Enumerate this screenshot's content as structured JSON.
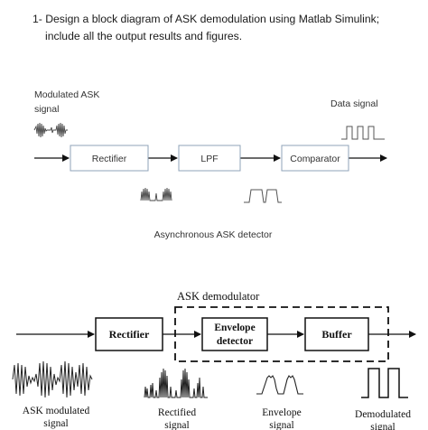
{
  "question": {
    "line1": "1- Design a block diagram of ASK demodulation using Matlab Simulink;",
    "line2": "include all the output results and figures."
  },
  "diagram1": {
    "input_label_line1": "Modulated ASK",
    "input_label_line2": "signal",
    "output_label": "Data signal",
    "blocks": [
      "Rectifier",
      "LPF",
      "Comparator"
    ],
    "caption": "Asynchronous ASK detector"
  },
  "diagram2": {
    "group_title": "ASK  demodulator",
    "blocks": {
      "rectifier": "Rectifier",
      "envelope_line1": "Envelope",
      "envelope_line2": "detector",
      "buffer": "Buffer"
    },
    "signals": [
      {
        "line1": "ASK modulated",
        "line2": "signal"
      },
      {
        "line1": "Rectified",
        "line2": "signal"
      },
      {
        "line1": "Envelope",
        "line2": "signal"
      },
      {
        "line1": "Demodulated",
        "line2": "signal"
      }
    ]
  }
}
